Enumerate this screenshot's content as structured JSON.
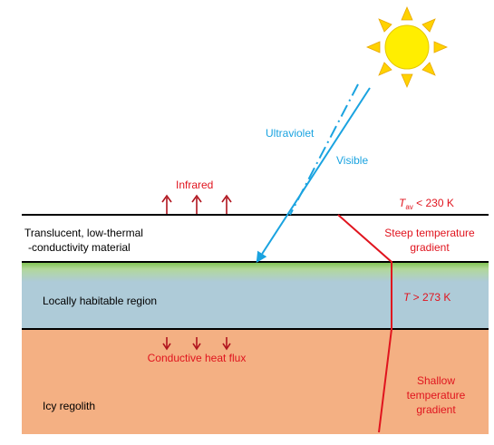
{
  "rays": {
    "ultraviolet": "Ultraviolet",
    "visible": "Visible",
    "infrared": "Infrared"
  },
  "surface": {
    "temp_symbol": "T",
    "temp_subscript": "av",
    "temp_value": " < 230 K"
  },
  "layers": {
    "translucent_line1": "Translucent, low-thermal",
    "translucent_line2": "-conductivity material",
    "habitable": "Locally habitable region",
    "regolith": "Icy regolith"
  },
  "gradients": {
    "steep_line1": "Steep temperature",
    "steep_line2": "gradient",
    "habitable_temp_symbol": "T",
    "habitable_temp_value": " > 273 K",
    "shallow_line1": "Shallow",
    "shallow_line2": "temperature",
    "shallow_line3": "gradient"
  },
  "flux": {
    "label": "Conductive heat flux"
  },
  "colors": {
    "sun": "#ffee00",
    "sun_rays": "#ffd200",
    "ray_blue": "#1aa3e0",
    "label_red": "#e0141e",
    "arrow_dark_red": "#b0141e",
    "habitable_fill": "#aecbd8",
    "green_band": "#7cc04a",
    "regolith_fill": "#f4b083"
  }
}
